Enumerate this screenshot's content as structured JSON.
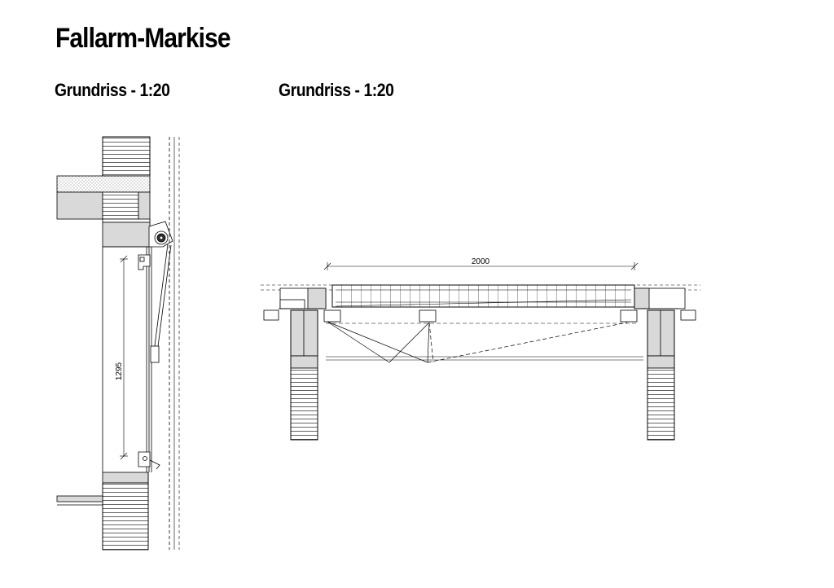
{
  "title": "Fallarm-Markise",
  "views": [
    {
      "label": "Grundriss - 1:20",
      "dimension": "1295"
    },
    {
      "label": "Grundriss - 1:20",
      "dimension": "2000"
    }
  ],
  "colors": {
    "ink": "#000000",
    "wall_fill": "#d9d9d9",
    "paper": "#ffffff"
  }
}
